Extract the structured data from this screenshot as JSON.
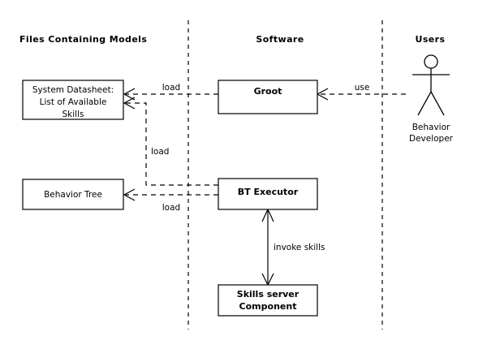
{
  "diagram": {
    "type": "uml-component-deployment",
    "background": "#ffffff",
    "line_color": "#000000",
    "swimlanes": [
      {
        "id": "files",
        "title": "Files Containing  Models"
      },
      {
        "id": "software",
        "title": "Software"
      },
      {
        "id": "users",
        "title": "Users"
      }
    ],
    "nodes": [
      {
        "id": "system-datasheet",
        "lane": "files",
        "style": "plain",
        "lines": [
          "System Datasheet:",
          "List of Available",
          "Skills"
        ]
      },
      {
        "id": "behavior-tree",
        "lane": "files",
        "style": "plain",
        "lines": [
          "Behavior Tree"
        ]
      },
      {
        "id": "groot",
        "lane": "software",
        "style": "bold",
        "lines": [
          "Groot"
        ]
      },
      {
        "id": "bt-executor",
        "lane": "software",
        "style": "bold",
        "lines": [
          "BT Executor"
        ]
      },
      {
        "id": "skills-server",
        "lane": "software",
        "style": "bold",
        "lines": [
          "Skills server",
          "Component"
        ]
      }
    ],
    "actors": [
      {
        "id": "behavior-developer",
        "lane": "users",
        "lines": [
          "Behavior",
          "Developer"
        ]
      }
    ],
    "edges": [
      {
        "id": "groot-loads-datasheet",
        "from": "groot",
        "to": "system-datasheet",
        "label": "load",
        "style": "dashed",
        "arrow": "open-single"
      },
      {
        "id": "developer-uses-groot",
        "from": "behavior-developer",
        "to": "groot",
        "label": "use",
        "style": "dashed",
        "arrow": "open-single"
      },
      {
        "id": "executor-loads-datasheet",
        "from": "bt-executor",
        "to": "system-datasheet",
        "label": "load",
        "style": "dashed",
        "arrow": "open-single"
      },
      {
        "id": "executor-loads-behavior-tree",
        "from": "bt-executor",
        "to": "behavior-tree",
        "label": "load",
        "style": "dashed",
        "arrow": "open-single"
      },
      {
        "id": "executor-invokes-skills",
        "from": "bt-executor",
        "to": "skills-server",
        "label": "invoke skills",
        "style": "solid",
        "arrow": "open-double"
      }
    ]
  }
}
